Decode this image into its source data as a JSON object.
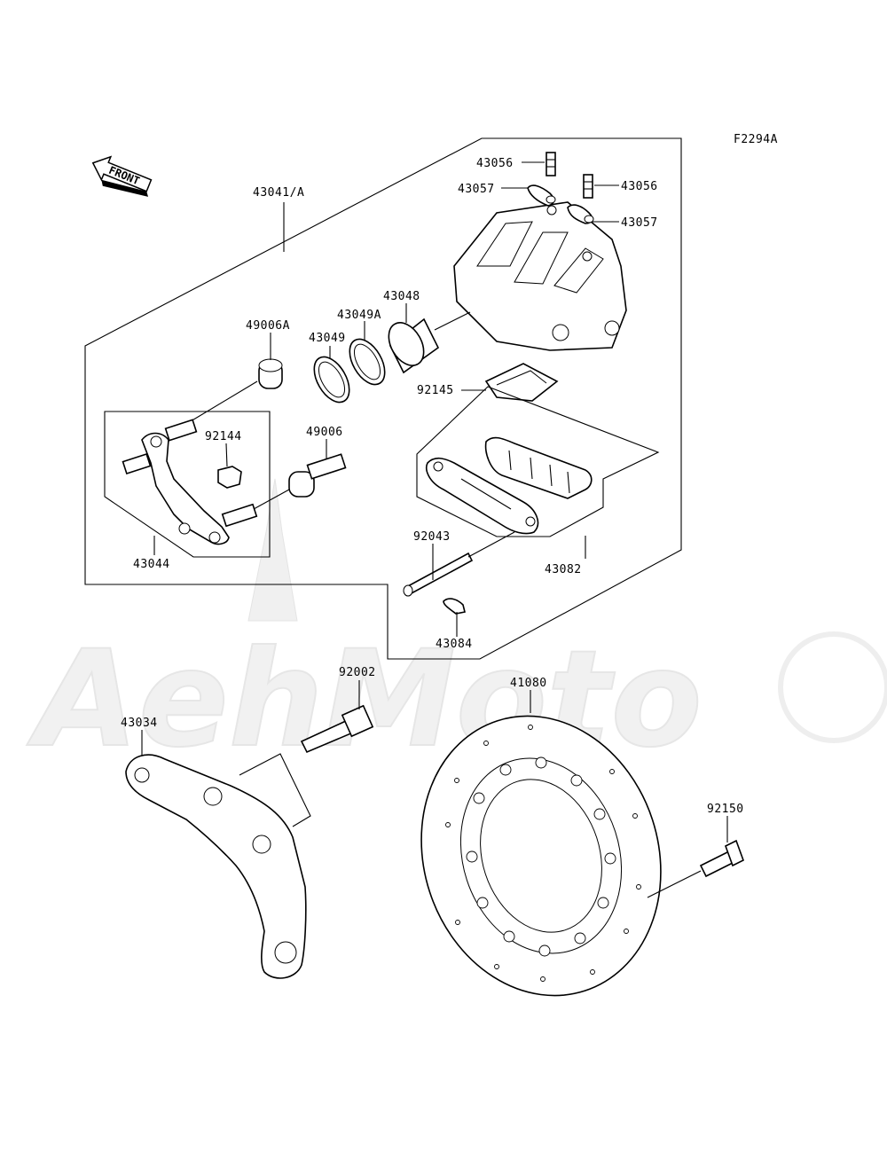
{
  "diagram_code": "F2294A",
  "front_label": "FRONT",
  "watermark": "AehMoto",
  "parts": {
    "p43056a": "43056",
    "p43057a": "43057",
    "p43056b": "43056",
    "p43057b": "43057",
    "p43041": "43041/A",
    "p43048": "43048",
    "p43049a": "43049A",
    "p49006a": "49006A",
    "p43049": "43049",
    "p92145": "92145",
    "p92144": "92144",
    "p49006": "49006",
    "p43044": "43044",
    "p92043": "92043",
    "p43082": "43082",
    "p43084": "43084",
    "p92002": "92002",
    "p41080": "41080",
    "p43034": "43034",
    "p92150": "92150"
  }
}
